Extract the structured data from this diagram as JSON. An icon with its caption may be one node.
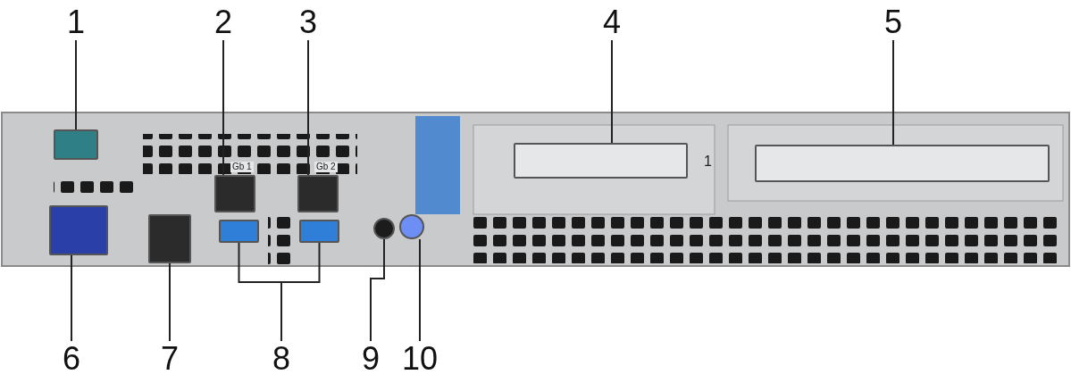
{
  "diagram": {
    "nodes": [
      {
        "text": [
          "1"
        ]
      },
      {
        "text": [
          "2"
        ]
      },
      {
        "text": [
          "3"
        ]
      },
      {
        "text": [
          "4"
        ]
      },
      {
        "text": [
          "5"
        ]
      },
      {
        "text": [
          "6"
        ]
      },
      {
        "text": [
          "7"
        ]
      },
      {
        "text": [
          "8"
        ]
      },
      {
        "text": [
          "9"
        ]
      },
      {
        "text": [
          "10"
        ]
      },
      {
        "text": [],
        "shape": "box"
      },
      {
        "text": [],
        "shape": "box"
      },
      {
        "text": [],
        "shape": "box"
      },
      {
        "text": [],
        "shape": "box"
      },
      {
        "text": [],
        "shape": "box"
      },
      {
        "text": [],
        "shape": "box"
      },
      {
        "text": [],
        "shape": "box"
      },
      {
        "text": [],
        "shape": "box"
      },
      {
        "text": [],
        "shape": "box"
      },
      {
        "text": [],
        "shape": "circle"
      },
      {
        "text": [],
        "shape": "circle"
      }
    ],
    "edges": [
      {
        "from": 0,
        "to": 10,
        "arrow": "none"
      },
      {
        "from": 1,
        "to": 11,
        "arrow": "none"
      },
      {
        "from": 2,
        "to": 12,
        "arrow": "none"
      },
      {
        "from": 3,
        "to": 13,
        "arrow": "none"
      },
      {
        "from": 4,
        "to": 14,
        "arrow": "none"
      },
      {
        "from": 5,
        "to": 15,
        "arrow": "none"
      },
      {
        "from": 6,
        "to": 16,
        "arrow": "none"
      },
      {
        "from": 7,
        "to": 17,
        "arrow": "none"
      },
      {
        "from": 7,
        "to": 18,
        "arrow": "none"
      },
      {
        "from": 8,
        "to": 19,
        "arrow": "none"
      },
      {
        "from": 9,
        "to": 20,
        "arrow": "none"
      }
    ],
    "labels": [
      "Gb 1",
      "Gb 2",
      "1"
    ]
  }
}
